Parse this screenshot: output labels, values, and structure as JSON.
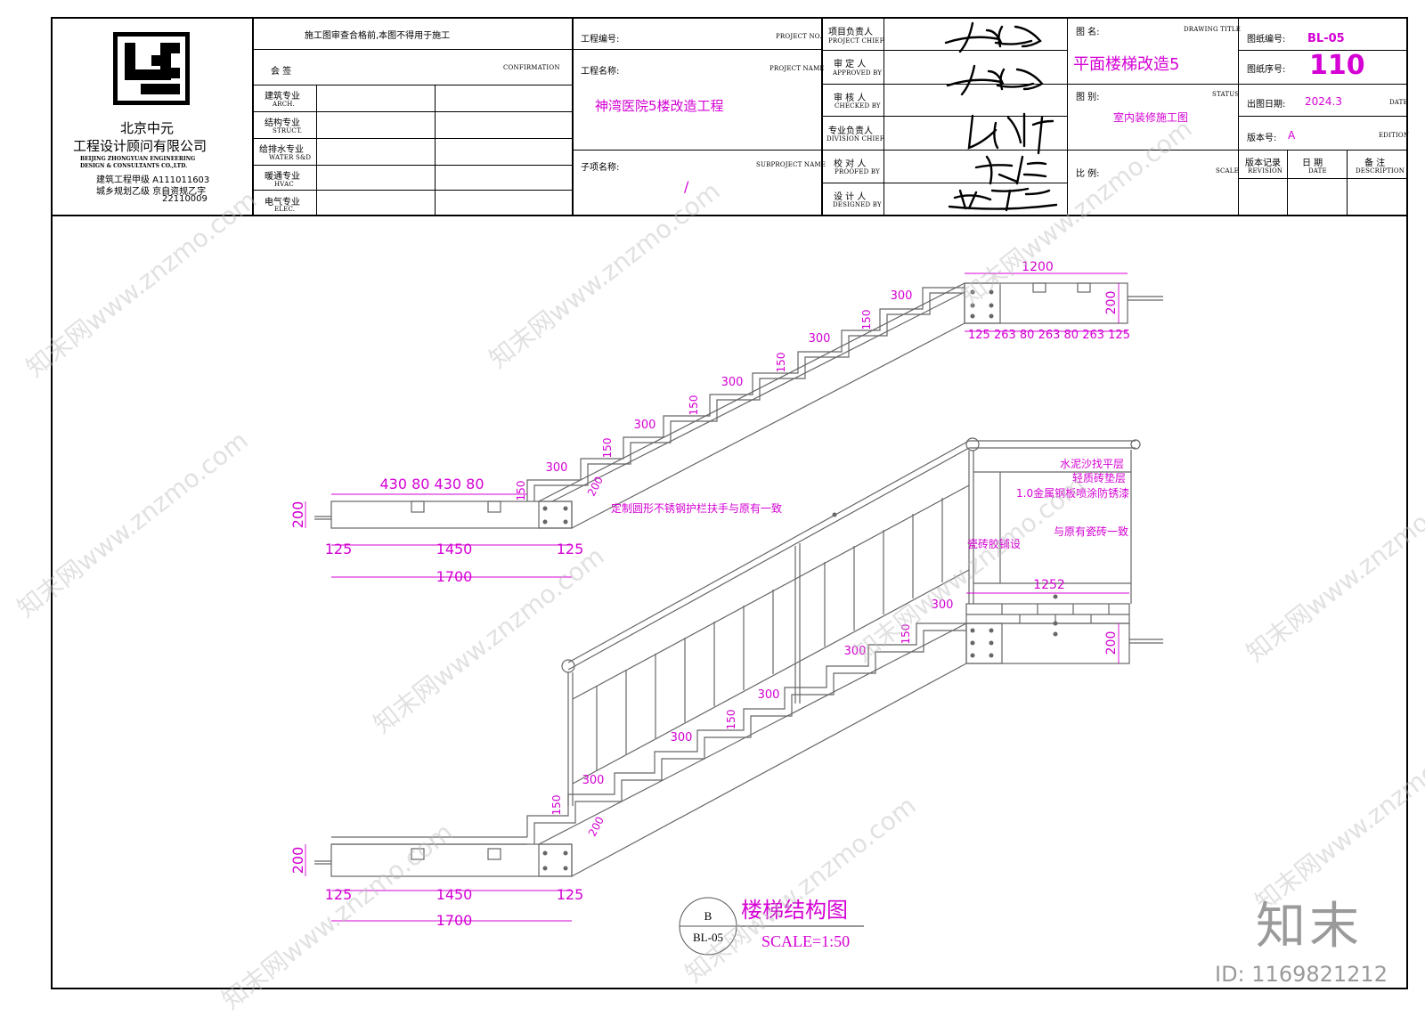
{
  "company": {
    "name_line1": "北京中元",
    "name_line2": "工程设计顾问有限公司",
    "name_en1": "BEIJING ZHONGYUAN ENGINEERING",
    "name_en2": "DESIGN & CONSULTANTS CO.,LTD.",
    "license1": "建筑工程甲级  A111011603",
    "license2": "城乡规划乙级  京自资规乙字",
    "license3": "22110009"
  },
  "confirm": {
    "notice": "施工图审查合格前,本图不得用于施工",
    "label_cn": "会    签",
    "label_en": "CONFIRMATION",
    "rows": [
      {
        "cn": "建筑专业",
        "en": "ARCH."
      },
      {
        "cn": "结构专业",
        "en": "STRUCT."
      },
      {
        "cn": "给排水专业",
        "en": "WATER S&D"
      },
      {
        "cn": "暖通专业",
        "en": "HVAC"
      },
      {
        "cn": "电气专业",
        "en": "ELEC."
      }
    ]
  },
  "project": {
    "no_cn": "工程编号:",
    "no_en": "PROJECT NO.",
    "name_cn": "工程名称:",
    "name_en": "PROJECT NAME",
    "name_value": "神湾医院5楼改造工程",
    "sub_cn": "子项名称:",
    "sub_en": "SUBPROJECT NAME",
    "sub_value": "/"
  },
  "roles": [
    {
      "cn": "项目负责人",
      "en": "PROJECT CHIEF"
    },
    {
      "cn": "审 定 人",
      "en": "APPROVED BY"
    },
    {
      "cn": "审 核 人",
      "en": "CHECKED BY"
    },
    {
      "cn": "专业负责人",
      "en": "DIVISION CHIEF"
    },
    {
      "cn": "校 对 人",
      "en": "PROOFED BY"
    },
    {
      "cn": "设 计 人",
      "en": "DESIGNED BY"
    }
  ],
  "drawing": {
    "title_cn": "图    名:",
    "title_en": "DRAWING TITLE",
    "title_value": "平面楼梯改造5",
    "status_cn": "图    别:",
    "status_en": "STATUS",
    "status_value": "室内装修施工图",
    "scale_cn": "比    例:",
    "scale_en": "SCALE",
    "no_label": "图纸编号:",
    "no_value": "BL-05",
    "seq_label": "图纸序号:",
    "seq_value": "110",
    "date_label": "出图日期:",
    "date_value": "2024.3",
    "date_en": "DATE",
    "ver_label": "版本号:",
    "ver_value": "A",
    "ver_en": "EDITION",
    "rev_cn": "版本记录",
    "rev_en": "REVISION",
    "rdate_cn": "日  期",
    "rdate_en": "DATE",
    "desc_cn": "备  注",
    "desc_en": "DESCRIPTION"
  },
  "upper_dims": {
    "top_width": "1200",
    "top_split": "125 263 80 263 80 263 125",
    "top_height": "200",
    "tread": "300",
    "riser": "150",
    "stringer": "200",
    "left_segments": "430 80 430 80",
    "left_height": "200",
    "bottom_left": "125",
    "bottom_mid": "1450",
    "bottom_right": "125",
    "bottom_total": "1700"
  },
  "lower_dims": {
    "landing_width": "1252",
    "tread": "300",
    "riser": "150",
    "stringer": "200",
    "left_height": "200",
    "right_height": "200",
    "bottom_left": "125",
    "bottom_mid": "1450",
    "bottom_right": "125",
    "bottom_total": "1700"
  },
  "notes": {
    "handrail": "定制圆形不锈钢护栏扶手与原有一致",
    "layer1": "水泥沙找平层",
    "layer2": "轻质砖垫层",
    "layer3": "1.0金属钢板喷涂防锈漆",
    "tile_match": "与原有瓷砖一致",
    "tile_glue": "瓷砖胶铺设"
  },
  "caption": {
    "letter": "B",
    "sheet": "BL-05",
    "title": "楼梯结构图",
    "scale": "SCALE=1:50"
  },
  "watermark": {
    "brand": "知末",
    "id": "ID: 1169821212",
    "site": "知末网www.znzmo.com"
  }
}
